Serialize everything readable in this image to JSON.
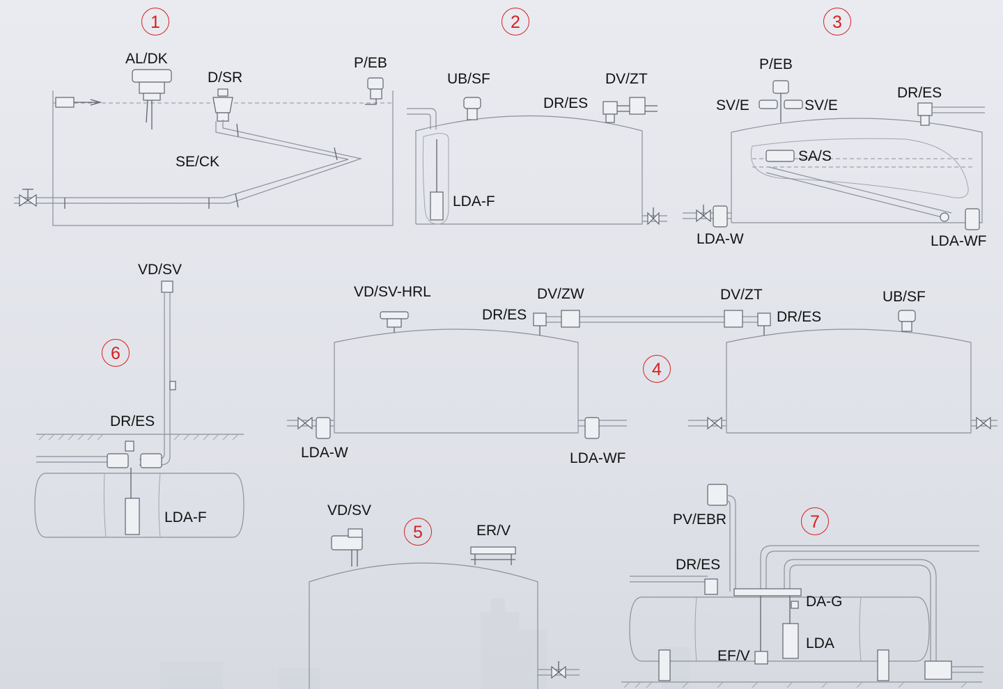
{
  "colors": {
    "marker": "#d42020",
    "line": "#8c9098",
    "equipment": "#5f636b"
  },
  "numbers": [
    "1",
    "2",
    "3",
    "4",
    "5",
    "6",
    "7"
  ],
  "labels": {
    "d1": {
      "al_dk": "AL/DK",
      "d_sr": "D/SR",
      "p_eb": "P/EB",
      "se_ck": "SE/CK"
    },
    "d2": {
      "ub_sf": "UB/SF",
      "dv_zt": "DV/ZT",
      "dr_es": "DR/ES",
      "lda_f": "LDA-F"
    },
    "d3": {
      "p_eb": "P/EB",
      "dr_es": "DR/ES",
      "sv_e_left": "SV/E",
      "sv_e_right": "SV/E",
      "sa_s": "SA/S",
      "lda_w": "LDA-W",
      "lda_wf": "LDA-WF"
    },
    "d4": {
      "vd_sv_hrl": "VD/SV-HRL",
      "dv_zw": "DV/ZW",
      "dr_es_left": "DR/ES",
      "dv_zt": "DV/ZT",
      "dr_es_right": "DR/ES",
      "ub_sf": "UB/SF",
      "lda_w": "LDA-W",
      "lda_wf": "LDA-WF"
    },
    "d5": {
      "vd_sv": "VD/SV",
      "er_v": "ER/V"
    },
    "d6": {
      "vd_sv": "VD/SV",
      "dr_es": "DR/ES",
      "lda_f": "LDA-F"
    },
    "d7": {
      "pv_ebr": "PV/EBR",
      "dr_es": "DR/ES",
      "da_g": "DA-G",
      "lda": "LDA",
      "ef_v": "EF/V"
    }
  }
}
